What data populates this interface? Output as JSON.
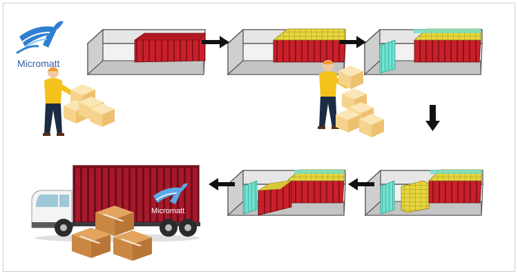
{
  "brand": {
    "name": "Micromatt",
    "truck_name": "Micromatt",
    "colors": {
      "logo_blue": "#2f7fd0",
      "container_grey": "#d8d8d8",
      "cargo_red": "#c8202a",
      "cargo_yellow": "#e8d640",
      "cargo_teal": "#6fe0cf",
      "box_tan": "#f5d89a",
      "truck_red": "#a8182b"
    }
  },
  "steps": [
    {
      "id": 1,
      "cargo": [
        "red"
      ]
    },
    {
      "id": 2,
      "cargo": [
        "red",
        "yellow-top"
      ]
    },
    {
      "id": 3,
      "cargo": [
        "teal",
        "red",
        "yellow-top"
      ]
    },
    {
      "id": 4,
      "cargo": [
        "teal",
        "yellow-boxes",
        "red",
        "yellow-top"
      ]
    },
    {
      "id": 5,
      "cargo": [
        "teal",
        "red-front",
        "red",
        "yellow-top"
      ]
    }
  ],
  "arrows": [
    "right",
    "right",
    "down",
    "left",
    "left"
  ]
}
